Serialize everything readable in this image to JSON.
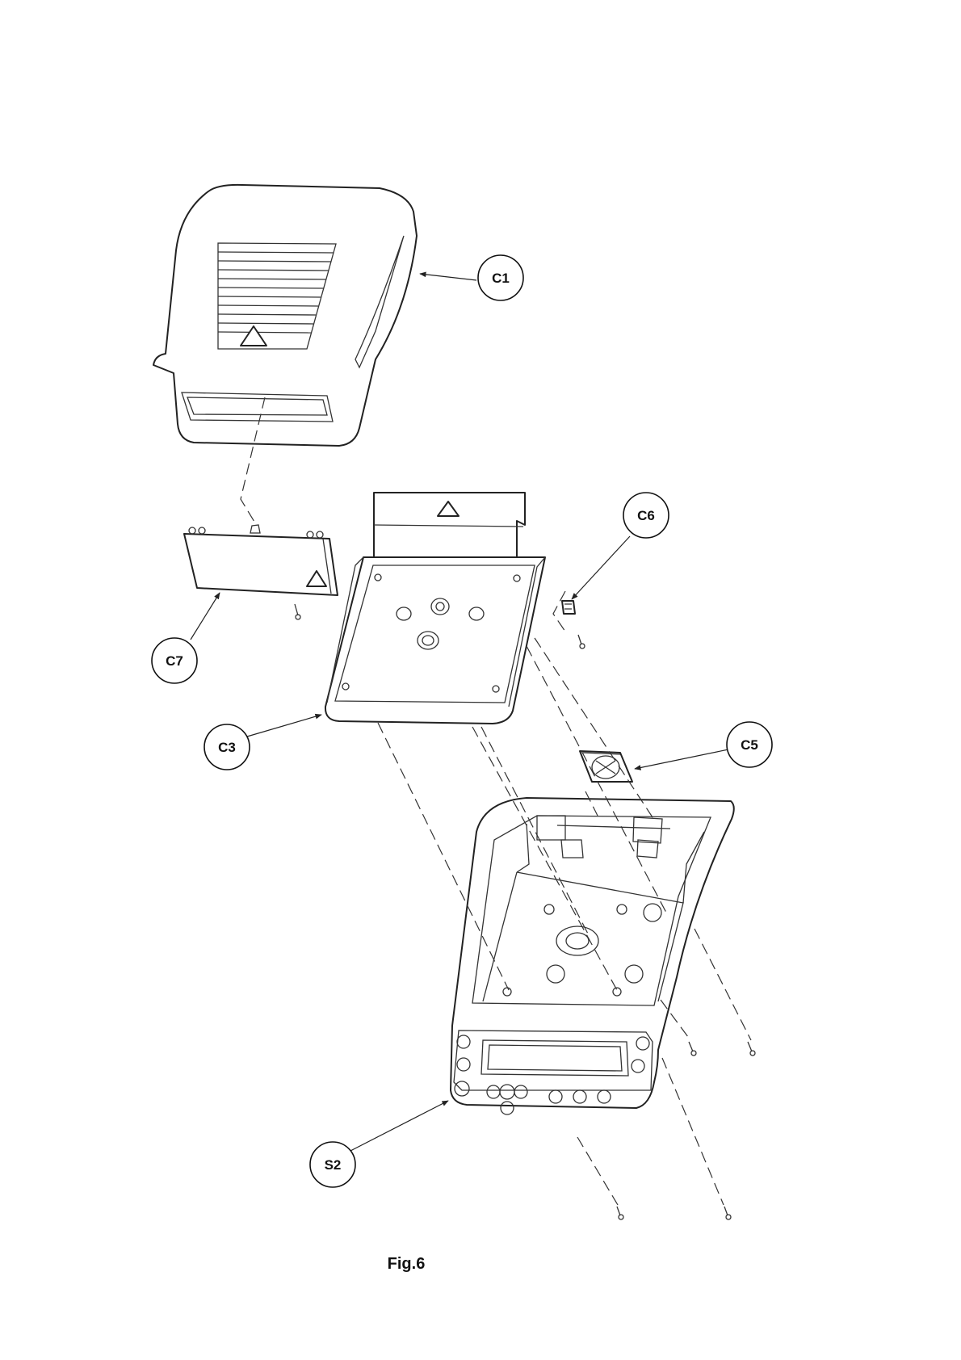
{
  "figure_caption": "Fig.6",
  "callouts": {
    "c1": "C1",
    "c3": "C3",
    "c5": "C5",
    "c6": "C6",
    "c7": "C7",
    "s2": "S2"
  }
}
